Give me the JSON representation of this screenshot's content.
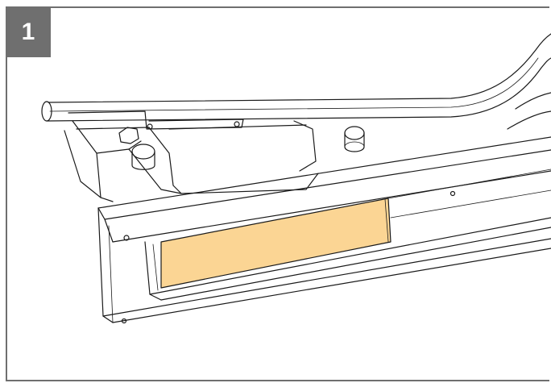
{
  "step": {
    "number": "1"
  },
  "colors": {
    "frame": "#6f6f6f",
    "badge_background": "#6f6f6f",
    "badge_text": "#ffffff",
    "line_art": "#1a1a1a",
    "highlight_panel": "#fbd594"
  },
  "illustration": {
    "subject": "rail-assembly-line-drawing",
    "highlighted_part": "panel"
  }
}
